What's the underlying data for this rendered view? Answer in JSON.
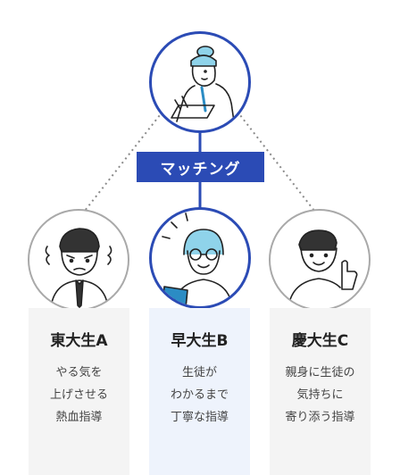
{
  "matching": {
    "label": "マッチング"
  },
  "tutors": [
    {
      "name": "東大生A",
      "desc": [
        "やる気を",
        "上げさせる",
        "熱血指導"
      ]
    },
    {
      "name": "早大生B",
      "desc": [
        "生徒が",
        "わかるまで",
        "丁寧な指導"
      ]
    },
    {
      "name": "慶大生C",
      "desc": [
        "親身に生徒の",
        "気持ちに",
        "寄り添う指導"
      ]
    }
  ],
  "colors": {
    "accent": "#2b4bb5",
    "card": "#f4f4f4",
    "card_highlight": "#eef3fc",
    "border_gray": "#a9a9a9"
  },
  "icons": [
    "student-at-laptop-icon",
    "angry-tutor-icon",
    "smiling-tutor-icon",
    "thumbs-up-tutor-icon"
  ]
}
